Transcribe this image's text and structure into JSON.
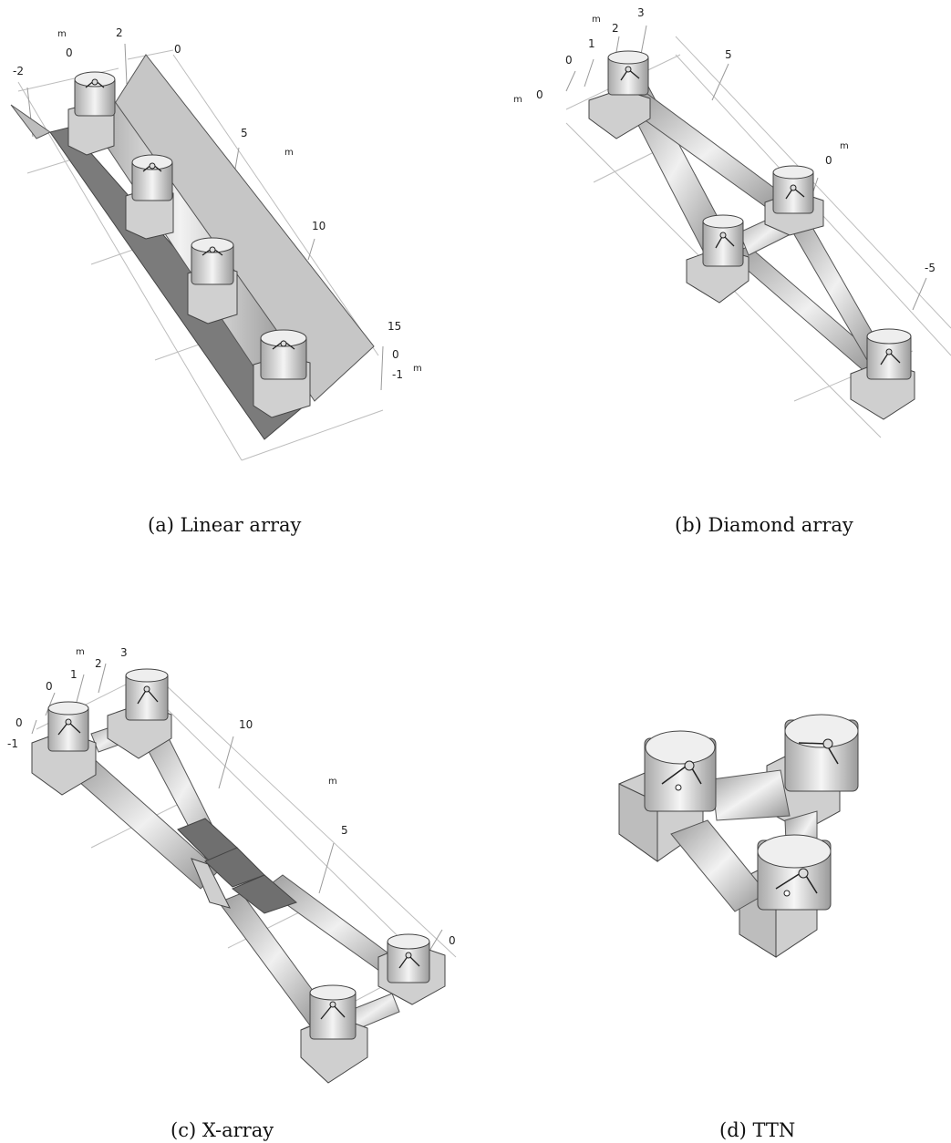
{
  "figure": {
    "panels": [
      {
        "id": "a",
        "caption": "(a) Linear array",
        "axis_labels": [
          "m",
          "-2",
          "0",
          "2",
          "0",
          "5",
          "m",
          "10",
          "15",
          "0",
          "-1",
          "m"
        ]
      },
      {
        "id": "b",
        "caption": "(b) Diamond array",
        "axis_labels": [
          "m",
          "3",
          "2",
          "1",
          "0",
          "m",
          "0",
          "5",
          "m",
          "0",
          "-5"
        ]
      },
      {
        "id": "c",
        "caption": "(c) X-array",
        "axis_labels": [
          "m",
          "3",
          "2",
          "1",
          "0",
          "0",
          "-1",
          "10",
          "m",
          "5",
          "0"
        ]
      },
      {
        "id": "d",
        "caption": "(d) TTN",
        "axis_labels": []
      }
    ]
  },
  "colors": {
    "background": "#ffffff",
    "body_light": "#d9d9d9",
    "body_mid": "#b5b5b5",
    "body_dark": "#8d8d8d",
    "plate": "#c4c4c4",
    "plate_shadow": "#7a7a7a",
    "edge": "#444444"
  },
  "icons": [
    "microphone-cup-icon",
    "support-block-icon",
    "connecting-tube-icon"
  ]
}
